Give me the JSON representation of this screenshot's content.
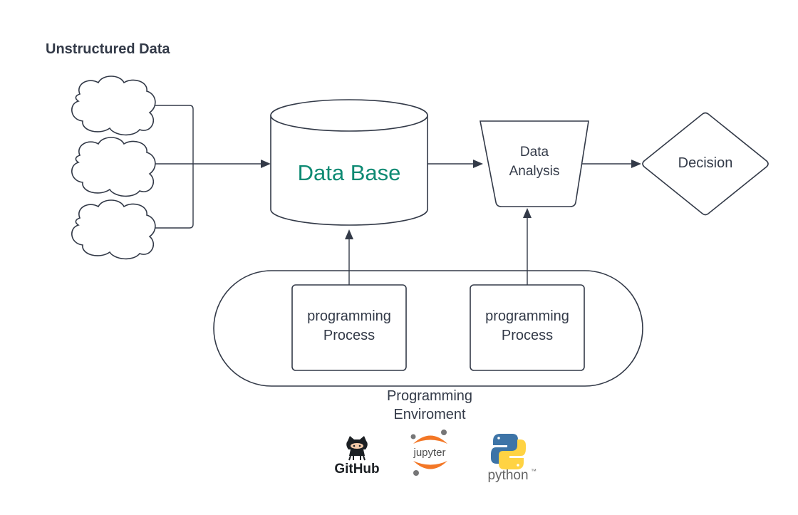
{
  "title": "Unstructured Data",
  "nodes": {
    "database": "Data Base",
    "analysis": [
      "Data",
      "Analysis"
    ],
    "decision": "Decision",
    "process_left": [
      "programming",
      "Process"
    ],
    "process_right": [
      "programming",
      "Process"
    ],
    "environment": [
      "Programming",
      "Enviroment"
    ]
  },
  "logos": {
    "github": {
      "text": "GitHub",
      "icon": "github-octocat-icon"
    },
    "jupyter": {
      "text": "jupyter",
      "icon": "jupyter-icon"
    },
    "python": {
      "text": "python",
      "tm": "™",
      "icon": "python-icon"
    }
  },
  "colors": {
    "stroke": "#333a48",
    "database_text": "#0e8a73",
    "jupyter_orange": "#f37726",
    "python_blue": "#3d74a7",
    "python_yellow": "#ffd343"
  }
}
